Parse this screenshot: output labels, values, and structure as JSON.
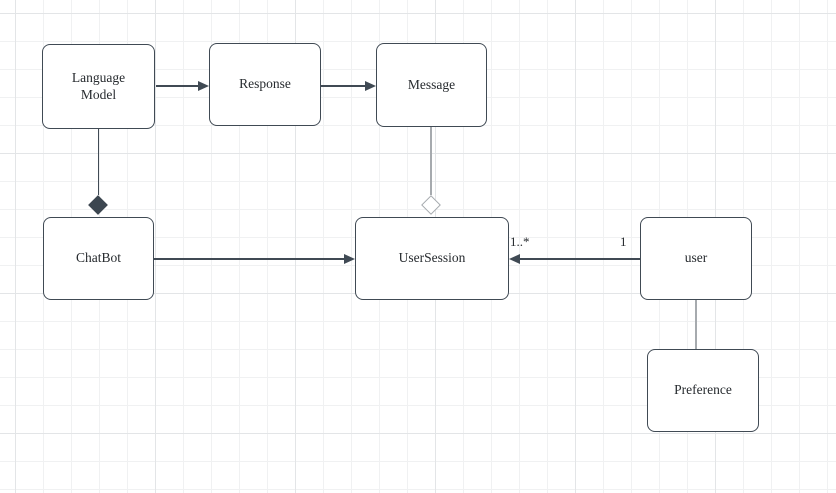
{
  "diagram": {
    "type": "uml-class-diagram",
    "nodes": {
      "language_model": {
        "label": "Language\nModel"
      },
      "response": {
        "label": "Response"
      },
      "message": {
        "label": "Message"
      },
      "chatbot": {
        "label": "ChatBot"
      },
      "user_session": {
        "label": "UserSession"
      },
      "user": {
        "label": "user"
      },
      "preference": {
        "label": "Preference"
      }
    },
    "edges": {
      "language_model_to_response": {
        "kind": "directed-arrow",
        "source": "language_model",
        "target": "response"
      },
      "response_to_message": {
        "kind": "directed-arrow",
        "source": "response",
        "target": "message"
      },
      "language_model_to_chatbot": {
        "kind": "composition-filled-diamond",
        "source": "language_model",
        "target": "chatbot"
      },
      "message_to_user_session": {
        "kind": "aggregation-hollow-diamond",
        "source": "message",
        "target": "user_session"
      },
      "chatbot_to_user_session": {
        "kind": "directed-arrow",
        "source": "chatbot",
        "target": "user_session"
      },
      "user_to_user_session": {
        "kind": "directed-arrow",
        "source": "user",
        "target": "user_session",
        "target_multiplicity": "1..*",
        "source_multiplicity": "1"
      },
      "user_to_preference": {
        "kind": "plain-line",
        "source": "user",
        "target": "preference"
      }
    },
    "colors": {
      "stroke_dark": "#404a54",
      "stroke_light": "#a6aaae",
      "node_fill": "#ffffff",
      "text": "#262a2e",
      "grid_minor": "#f0f1f2",
      "grid_major": "#e3e5e7",
      "canvas_bg": "#ffffff"
    }
  }
}
